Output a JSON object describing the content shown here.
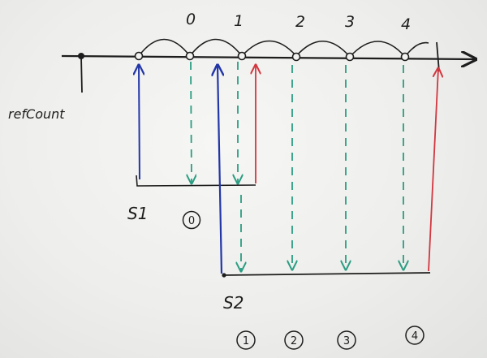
{
  "diagram": {
    "left_label": "refCount",
    "tick_labels": [
      "0",
      "1",
      "2",
      "3",
      "4"
    ],
    "scope_labels": [
      "S1",
      "S2"
    ],
    "circled_s1": [
      "0"
    ],
    "circled_s2": [
      "1",
      "2",
      "3",
      "4"
    ]
  },
  "colors": {
    "ink": "#1d1d1d",
    "blue": "#2236a8",
    "red": "#d2363f",
    "green": "#2a9d82"
  }
}
